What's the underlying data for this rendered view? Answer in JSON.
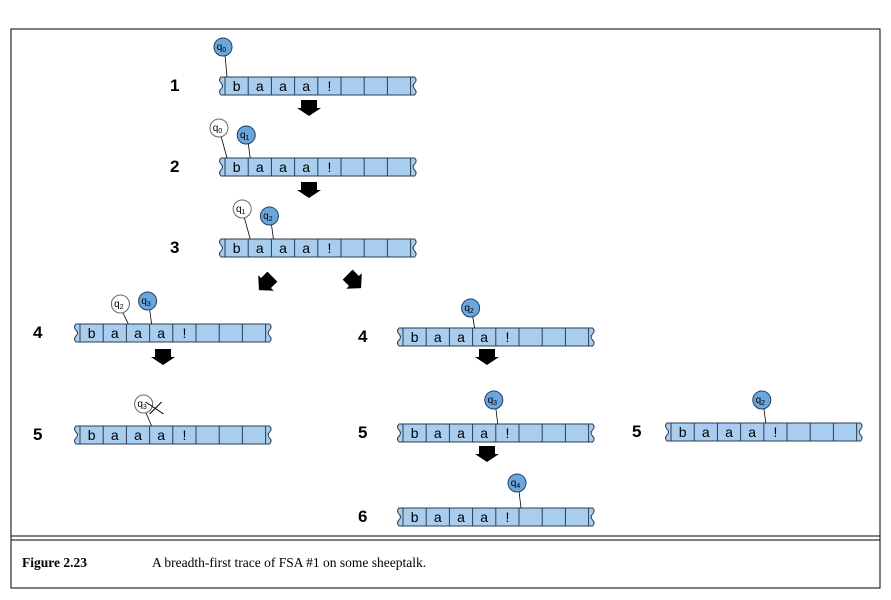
{
  "figure": {
    "caption_label": "Figure 2.23",
    "caption_text": "A breadth-first trace of FSA #1 on some sheeptalk.",
    "colors": {
      "tape_fill": "#a9cdef",
      "tape_stroke": "#2a3d52",
      "active_state_fill": "#6ba6dc",
      "inactive_state_fill": "#ffffff",
      "arrow_fill": "#000000"
    },
    "tape_symbols": [
      "b",
      "a",
      "a",
      "a",
      "!",
      "",
      "",
      ""
    ],
    "traces": [
      {
        "step": "1",
        "heads": [
          {
            "state": "q",
            "sub": "0",
            "active": true,
            "cell": 0
          }
        ]
      },
      {
        "step": "2",
        "heads": [
          {
            "state": "q",
            "sub": "0",
            "active": false,
            "cell": 0
          },
          {
            "state": "q",
            "sub": "1",
            "active": true,
            "cell": 1
          }
        ]
      },
      {
        "step": "3",
        "heads": [
          {
            "state": "q",
            "sub": "1",
            "active": false,
            "cell": 1
          },
          {
            "state": "q",
            "sub": "2",
            "active": true,
            "cell": 2
          }
        ]
      },
      {
        "step": "4",
        "heads": [
          {
            "state": "q",
            "sub": "2",
            "active": false,
            "cell": 2
          },
          {
            "state": "q",
            "sub": "3",
            "active": true,
            "cell": 3
          }
        ]
      },
      {
        "step": "5",
        "heads": [
          {
            "state": "q",
            "sub": "3",
            "active": false,
            "cell": 3,
            "crossed": true
          }
        ]
      },
      {
        "step": "4",
        "heads": [
          {
            "state": "q",
            "sub": "2",
            "active": true,
            "cell": 3
          }
        ]
      },
      {
        "step": "5",
        "heads": [
          {
            "state": "q",
            "sub": "3",
            "active": true,
            "cell": 4
          }
        ]
      },
      {
        "step": "6",
        "heads": [
          {
            "state": "q",
            "sub": "4",
            "active": true,
            "cell": 5
          }
        ]
      },
      {
        "step": "5",
        "heads": [
          {
            "state": "q",
            "sub": "2",
            "active": true,
            "cell": 4
          }
        ]
      }
    ]
  }
}
